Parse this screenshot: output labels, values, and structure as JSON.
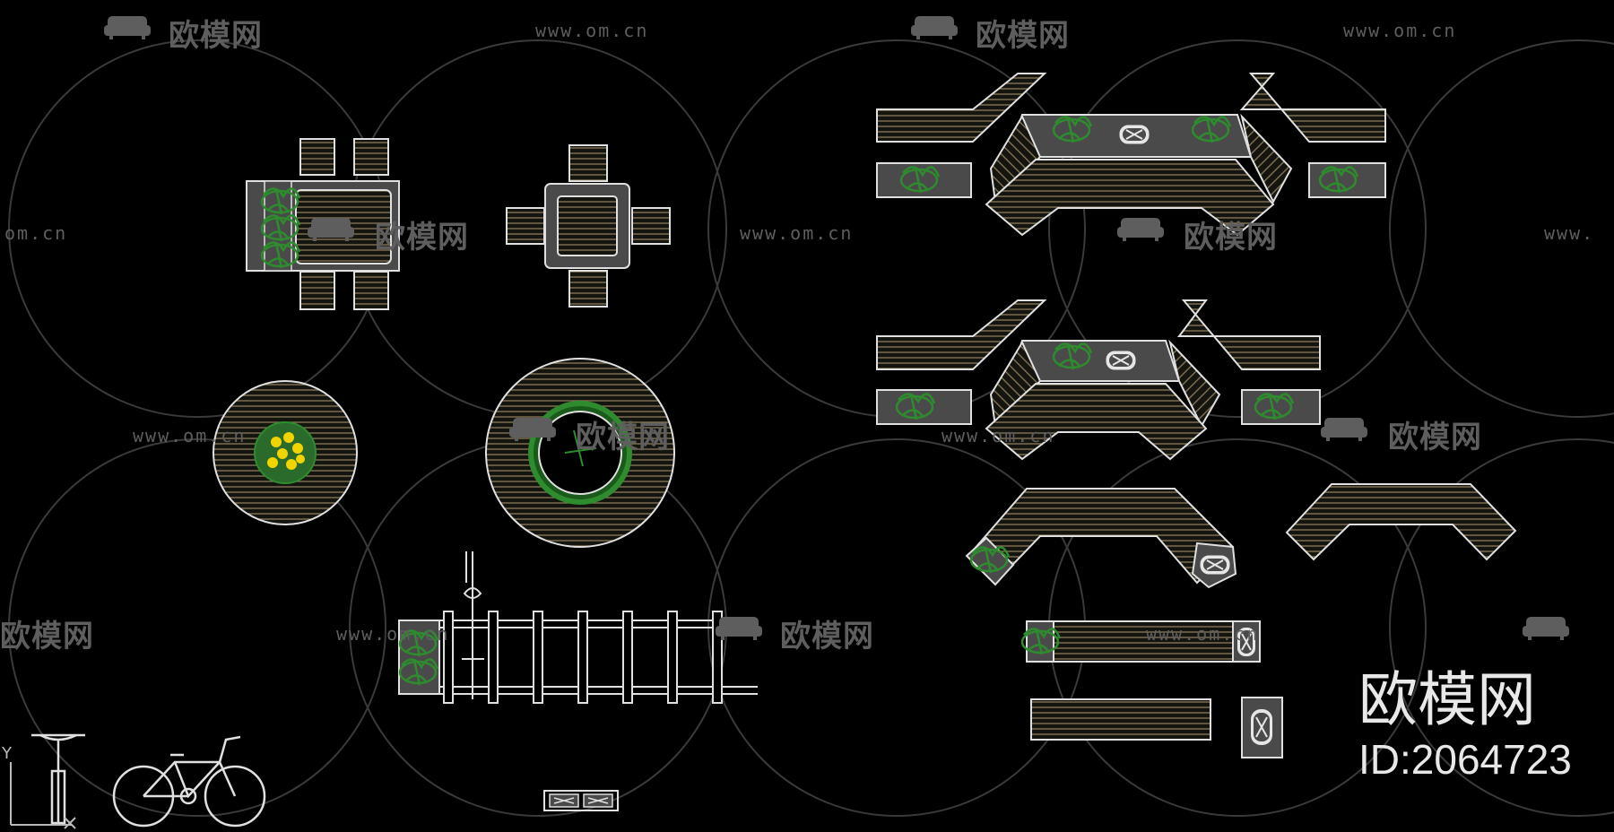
{
  "brand": {
    "name": "欧模网",
    "id_text": "ID:2064723"
  },
  "watermark": {
    "name": "欧模网",
    "url": "www.om.cn",
    "url_partial_left": "om.cn",
    "url_partial_right": "www."
  },
  "cad": {
    "axis_y": "Y",
    "axis_x": "X"
  },
  "colors": {
    "background": "#000000",
    "line": "#e0e0e0",
    "fill": "#4a4a4a",
    "wood": "#8a7a58",
    "plant": "#2e8b2e",
    "flower": "#f2d400",
    "watermark": "#5e5e5e"
  },
  "icons": [
    "sofa-logo-icon",
    "plant-icon",
    "drain-grate-icon",
    "bicycle-icon",
    "ucs-axis-icon"
  ]
}
